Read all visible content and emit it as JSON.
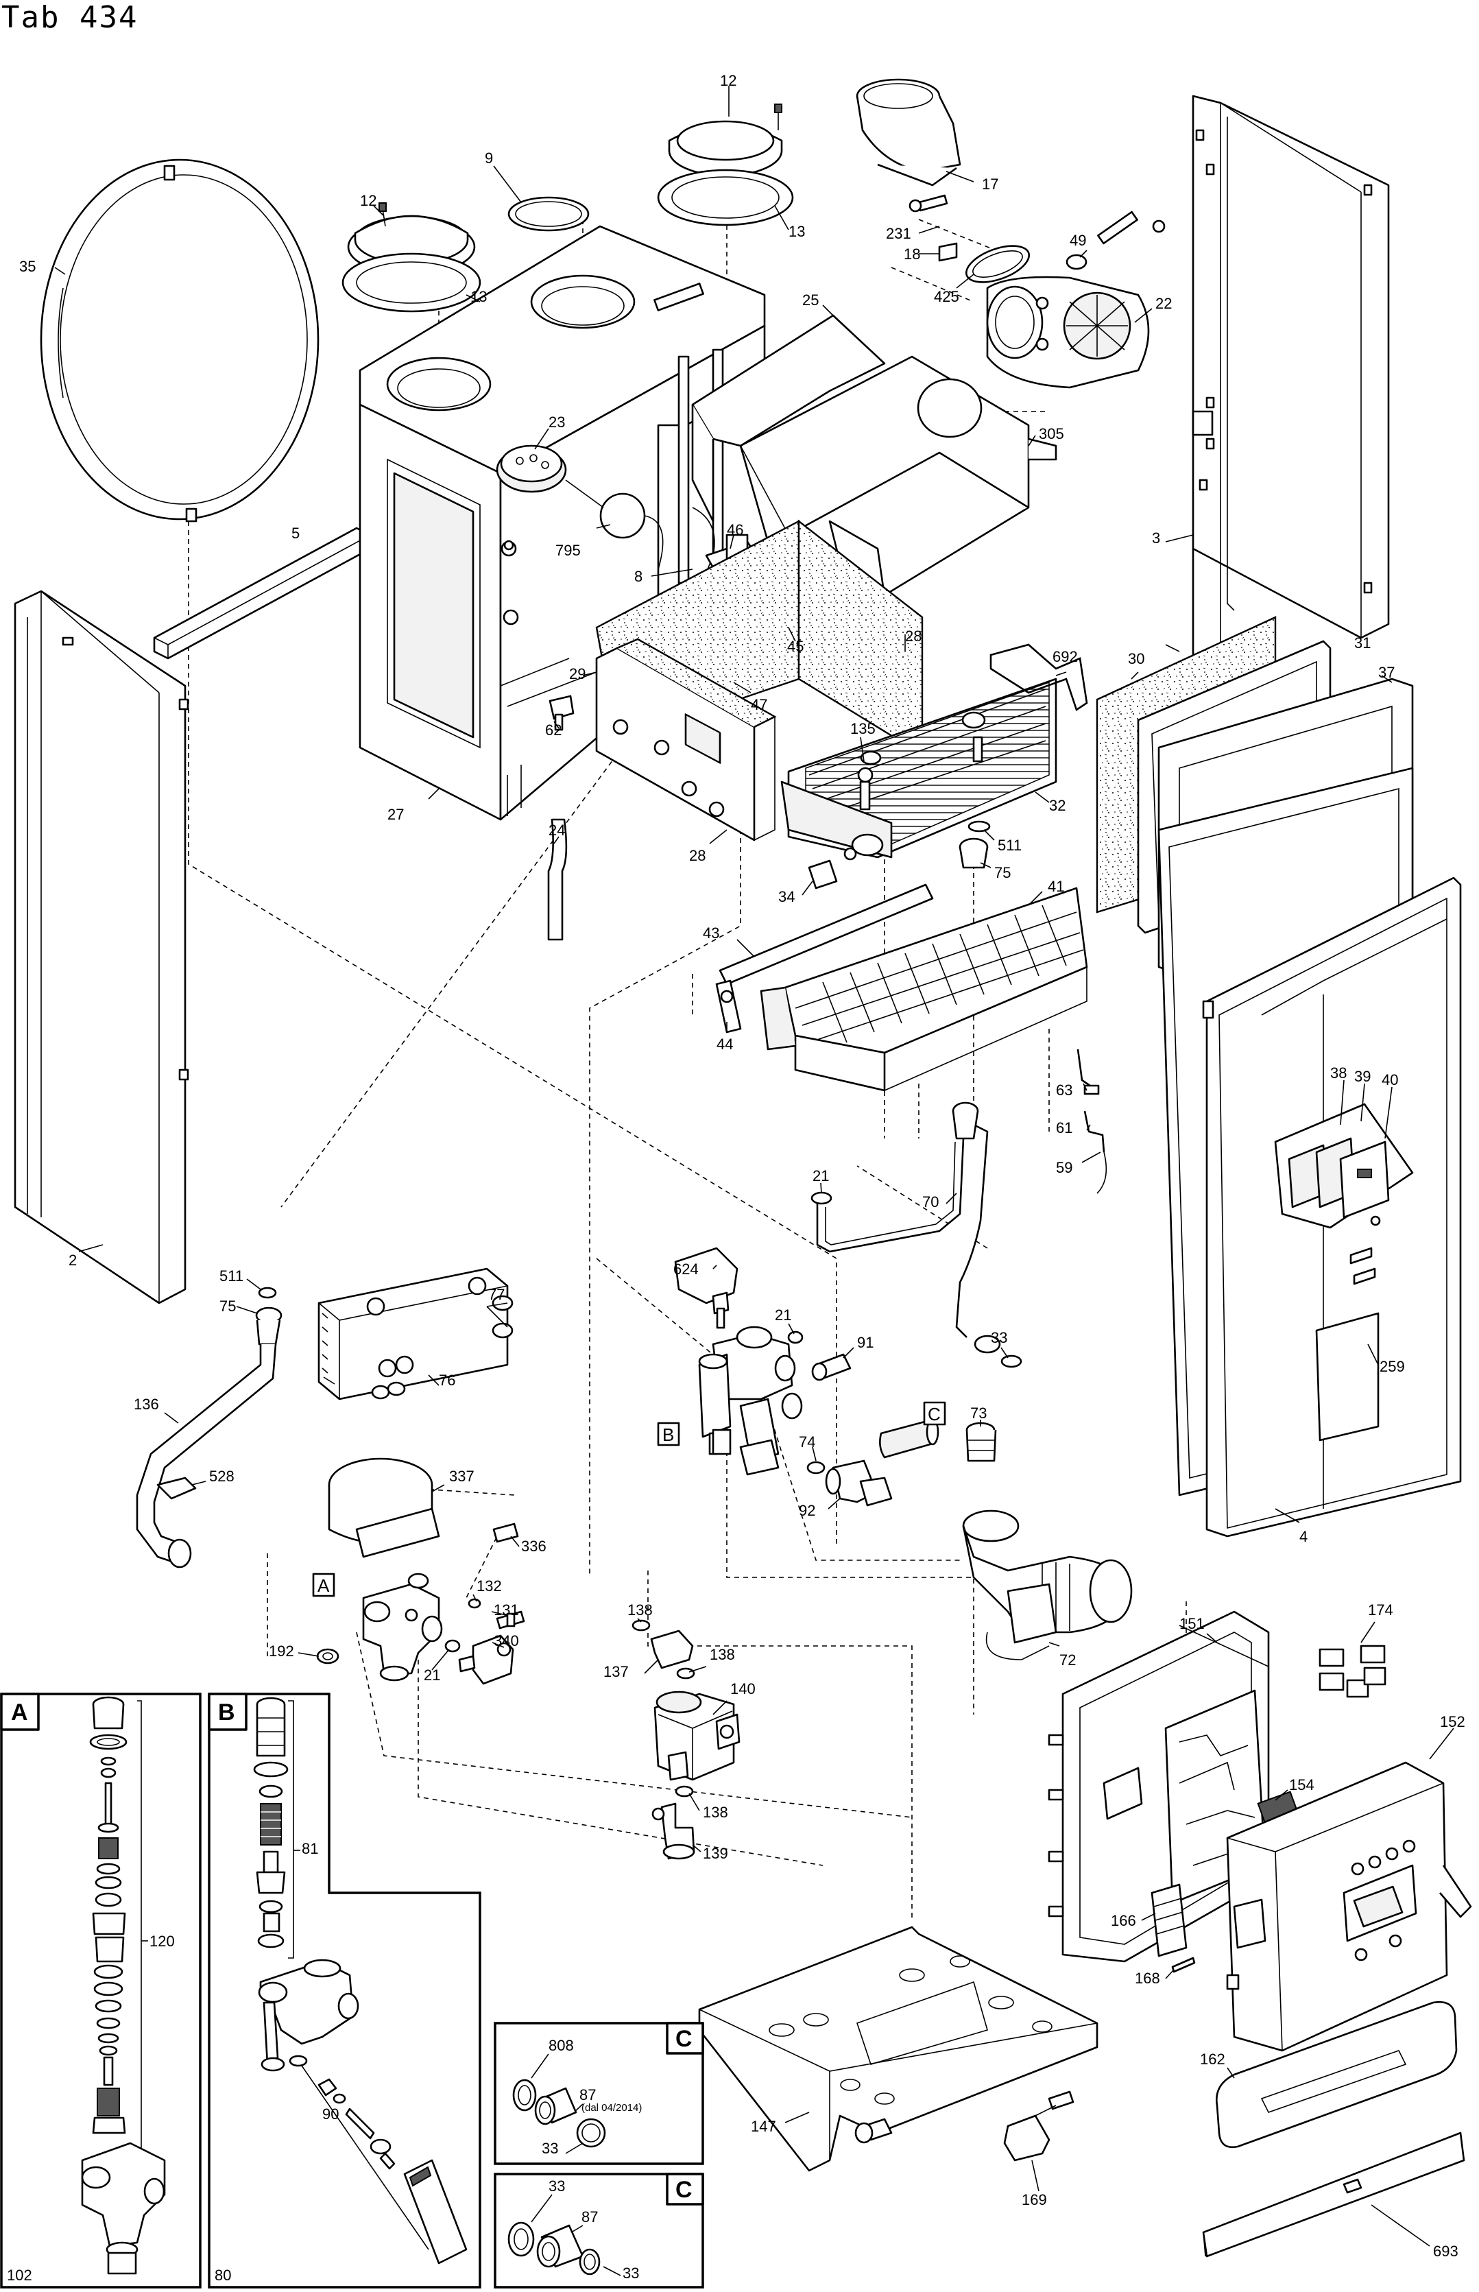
{
  "title": "Tab 434",
  "callouts": {
    "c2": "2",
    "c3": "3",
    "c4": "4",
    "c5": "5",
    "c8": "8",
    "c9": "9",
    "c12a": "12",
    "c12b": "12",
    "c13a": "13",
    "c13b": "13",
    "c17": "17",
    "c18": "18",
    "c21a": "21",
    "c21b": "21",
    "c21c": "21",
    "c22": "22",
    "c23": "23",
    "c24": "24",
    "c25": "25",
    "c27": "27",
    "c28a": "28",
    "c28b": "28",
    "c29": "29",
    "c30": "30",
    "c31": "31",
    "c32": "32",
    "c33a": "33",
    "c34": "34",
    "c35": "35",
    "c37": "37",
    "c38": "38",
    "c39": "39",
    "c40": "40",
    "c41": "41",
    "c43": "43",
    "c44": "44",
    "c45": "45",
    "c46": "46",
    "c47": "47",
    "c49": "49",
    "c59": "59",
    "c61": "61",
    "c62": "62",
    "c63": "63",
    "c70": "70",
    "c72": "72",
    "c73": "73",
    "c74": "74",
    "c75a": "75",
    "c75b": "75",
    "c76": "76",
    "c77": "77",
    "c91": "91",
    "c92": "92",
    "c131": "131",
    "c132": "132",
    "c135": "135",
    "c136": "136",
    "c137": "137",
    "c138a": "138",
    "c138b": "138",
    "c138c": "138",
    "c139": "139",
    "c140": "140",
    "c147": "147",
    "c151": "151",
    "c152": "152",
    "c154": "154",
    "c162": "162",
    "c166": "166",
    "c168": "168",
    "c169": "169",
    "c174": "174",
    "c192": "192",
    "c231": "231",
    "c259": "259",
    "c305": "305",
    "c336": "336",
    "c337": "337",
    "c340": "340",
    "c425": "425",
    "c511a": "511",
    "c511b": "511",
    "c528": "528",
    "c624": "624",
    "c692": "692",
    "c693": "693",
    "c795": "795"
  },
  "box_markers": {
    "a_inline": "A",
    "b_inline": "B",
    "c_inline": "C"
  },
  "inset_a": {
    "letter": "A",
    "part_120": "120",
    "part_102": "102"
  },
  "inset_b": {
    "letter": "B",
    "part_81": "81",
    "part_90": "90",
    "part_80": "80"
  },
  "inset_c1": {
    "letter": "C",
    "part_808": "808",
    "part_87": "87",
    "note": "(dal 04/2014)",
    "part_33": "33"
  },
  "inset_c2": {
    "letter": "C",
    "part_33": "33",
    "part_87": "87",
    "part_33b": "33"
  }
}
